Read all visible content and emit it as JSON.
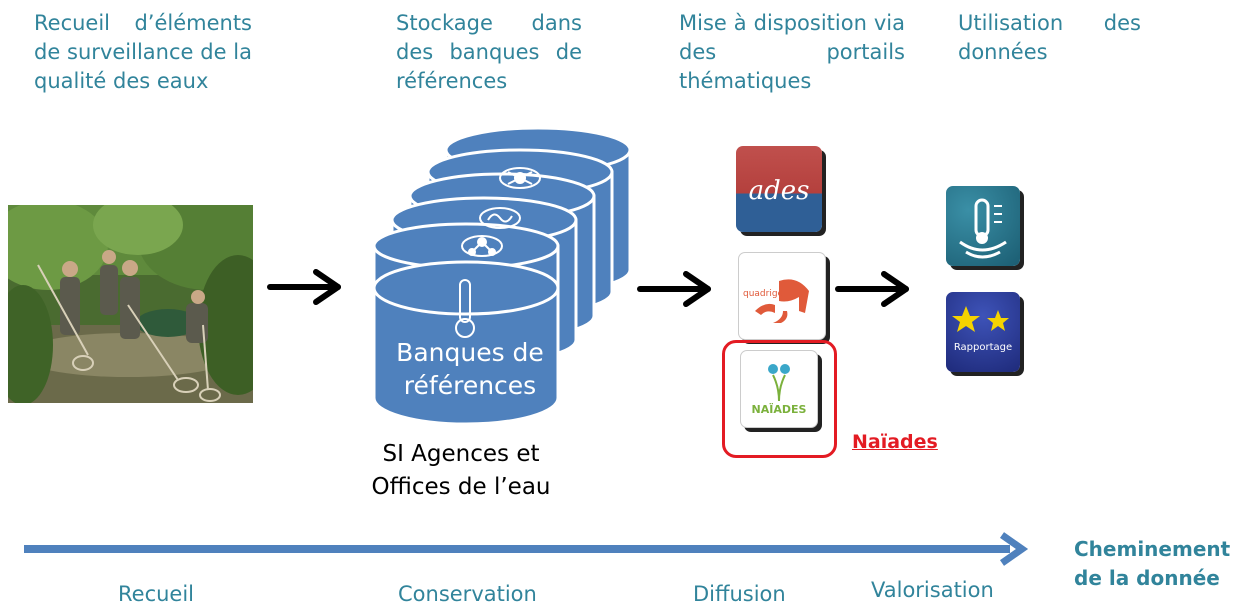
{
  "headers": {
    "collect": "Recueil d’éléments de surveillance de la qualité des eaux",
    "storage": "Stockage dans des banques de références",
    "portals": "Mise à disposition via des portails thématiques",
    "usage": "Utilisation des données"
  },
  "databases": {
    "label": "Banques de références",
    "caption": "SI Agences et Offices de l’eau"
  },
  "portals": {
    "ades_label": "ades",
    "quadrige_label": "quadrige",
    "naiades_label": "NAÏADES",
    "highlight_label": "Naïades"
  },
  "usage_tiles": {
    "rapportage_label": "Rapportage"
  },
  "flow": {
    "label": "Cheminement de la donnée",
    "stages": [
      "Recueil",
      "Conservation",
      "Diffusion",
      "Valorisation"
    ]
  },
  "colors": {
    "teal_text": "#31849b",
    "db_blue": "#4f81bd",
    "flow_arrow": "#4f81bd",
    "highlight_red": "#e31b23"
  }
}
